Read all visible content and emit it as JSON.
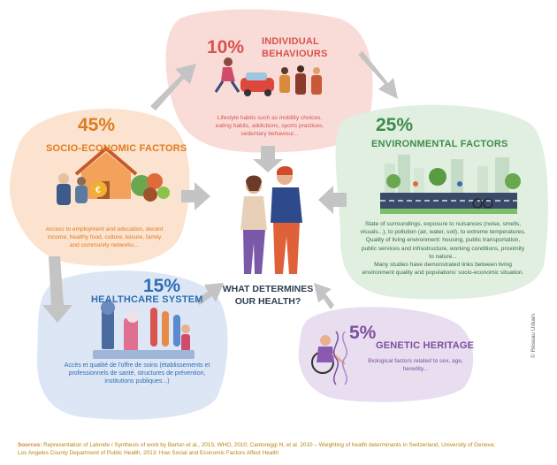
{
  "center_title_line1": "WHAT DETERMINES",
  "center_title_line2": "OUR HEALTH?",
  "factors": {
    "individual": {
      "percent": "10%",
      "title_line1": "INDIVIDUAL",
      "title_line2": "BEHAVIOURS",
      "desc": [
        "Lifestyle habits such as mobility choices,",
        "eating habits, addictions, sports practices,",
        "sedentary behaviour..."
      ],
      "color": "#d9534f",
      "bg": "#f9dcd8"
    },
    "socio": {
      "percent": "45%",
      "title": "SOCIO-ECONOMIC FACTORS",
      "desc": [
        "Access to employment and education, decent",
        "income, healthy food, culture, leisure, family",
        "and community networks..."
      ],
      "color": "#e07b1f",
      "bg": "#fbe3cf"
    },
    "environmental": {
      "percent": "25%",
      "title": "ENVIRONMENTAL FACTORS",
      "desc": [
        "State of surroundings, exposure to nuisances (noise, smells,",
        "visuals...), to pollution (air, water, soil), to extreme temperatures.",
        "Quality of living environment: housing, public transportation,",
        "public services and infrastructure, working conditions, proximity",
        "to nature...",
        "Many studies have demonstrated links between living",
        "environment quality and populations' socio-economic situation."
      ],
      "color": "#3c8d4a",
      "bg": "#e1efe1"
    },
    "healthcare": {
      "percent": "15%",
      "title": "HEALTHCARE SYSTEM",
      "desc": [
        "Accès et qualité de l'offre de soins (établissements et",
        "professionnels de santé, structures de prévention,",
        "institutions publiques...)"
      ],
      "color": "#2f6db5",
      "bg": "#dce6f4"
    },
    "genetic": {
      "percent": "5%",
      "title": "GENETIC HERITAGE",
      "desc": [
        "Biological factors related to sex, age,",
        "heredity..."
      ],
      "color": "#7b4fa0",
      "bg": "#e8def0"
    }
  },
  "sources_label": "Sources:",
  "sources_line1": "Representation of Lalonde / Synthesis of work by Barton et al., 2015; WHO, 2010; Cantoreggi N, et al. 2010 – Weighting of health determinants in Switzerland, University of Geneva;",
  "sources_line2": "Los Angeles County Department of Public Health, 2013: How Social and Economic Factors Affect Health",
  "credit": "© Réseau Urbain"
}
